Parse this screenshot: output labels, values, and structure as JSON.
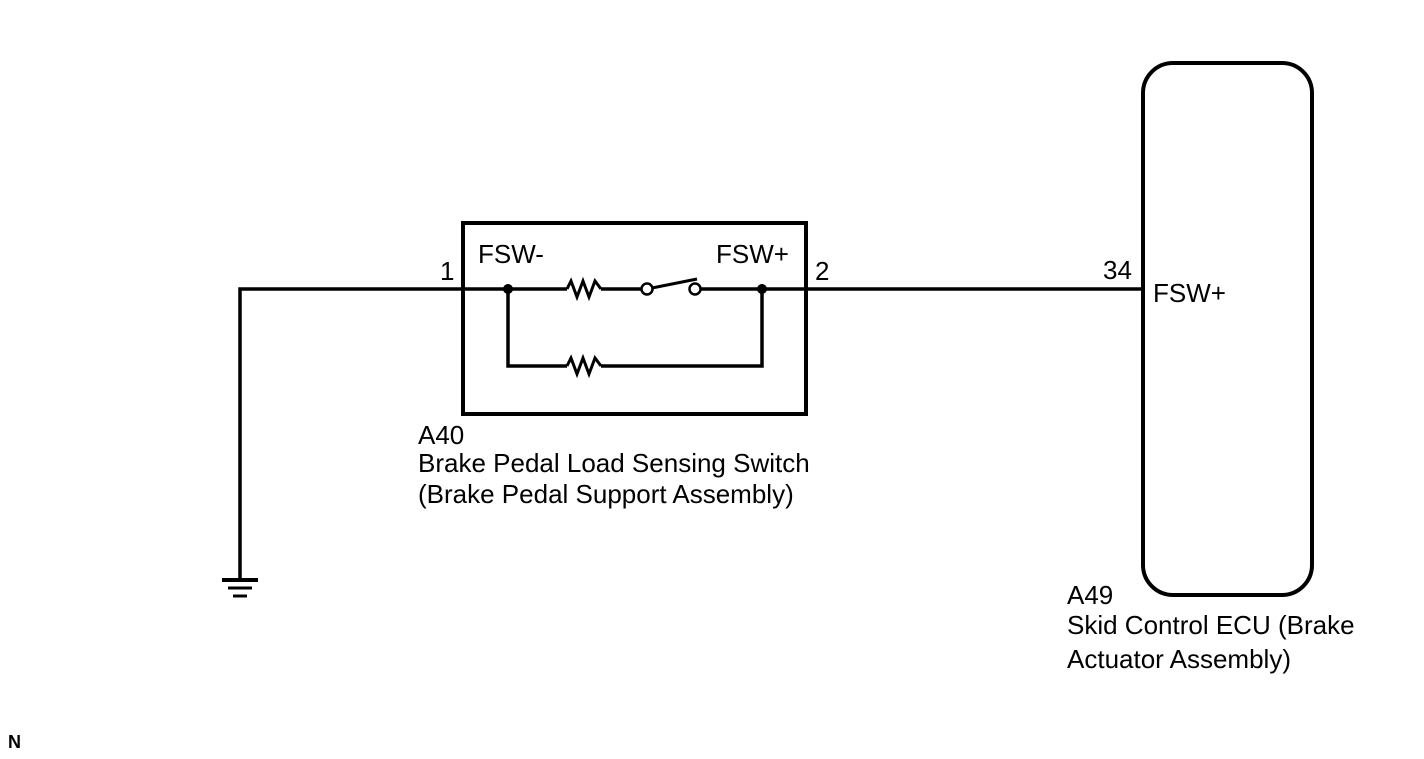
{
  "switch_component": {
    "code": "A40",
    "name_line1": "Brake Pedal Load Sensing Switch",
    "name_line2": "(Brake Pedal Support Assembly)",
    "terminal_minus_label": "FSW-",
    "terminal_plus_label": "FSW+",
    "pin_left": "1",
    "pin_right": "2"
  },
  "ecu_component": {
    "code": "A49",
    "name_line1": "Skid Control ECU (Brake",
    "name_line2": "Actuator Assembly)",
    "terminal_label": "FSW+",
    "pin": "34"
  },
  "corner_mark": "N",
  "icons": {
    "ground": "ground-icon",
    "resistor": "resistor-icon",
    "switch": "switch-open-icon",
    "junction": "junction-dot-icon"
  }
}
